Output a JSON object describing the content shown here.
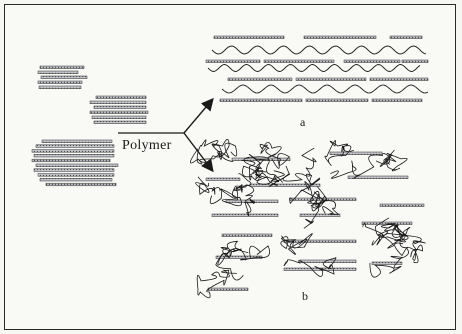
{
  "labels": {
    "polymer": "Polymer",
    "panel_a": "a",
    "panel_b": "b"
  },
  "colors": {
    "ink": "#1a1a1a",
    "layer_fill": "#b8bcc4",
    "layer_stroke": "#2e2e2e",
    "background": "#f9f9f6"
  }
}
